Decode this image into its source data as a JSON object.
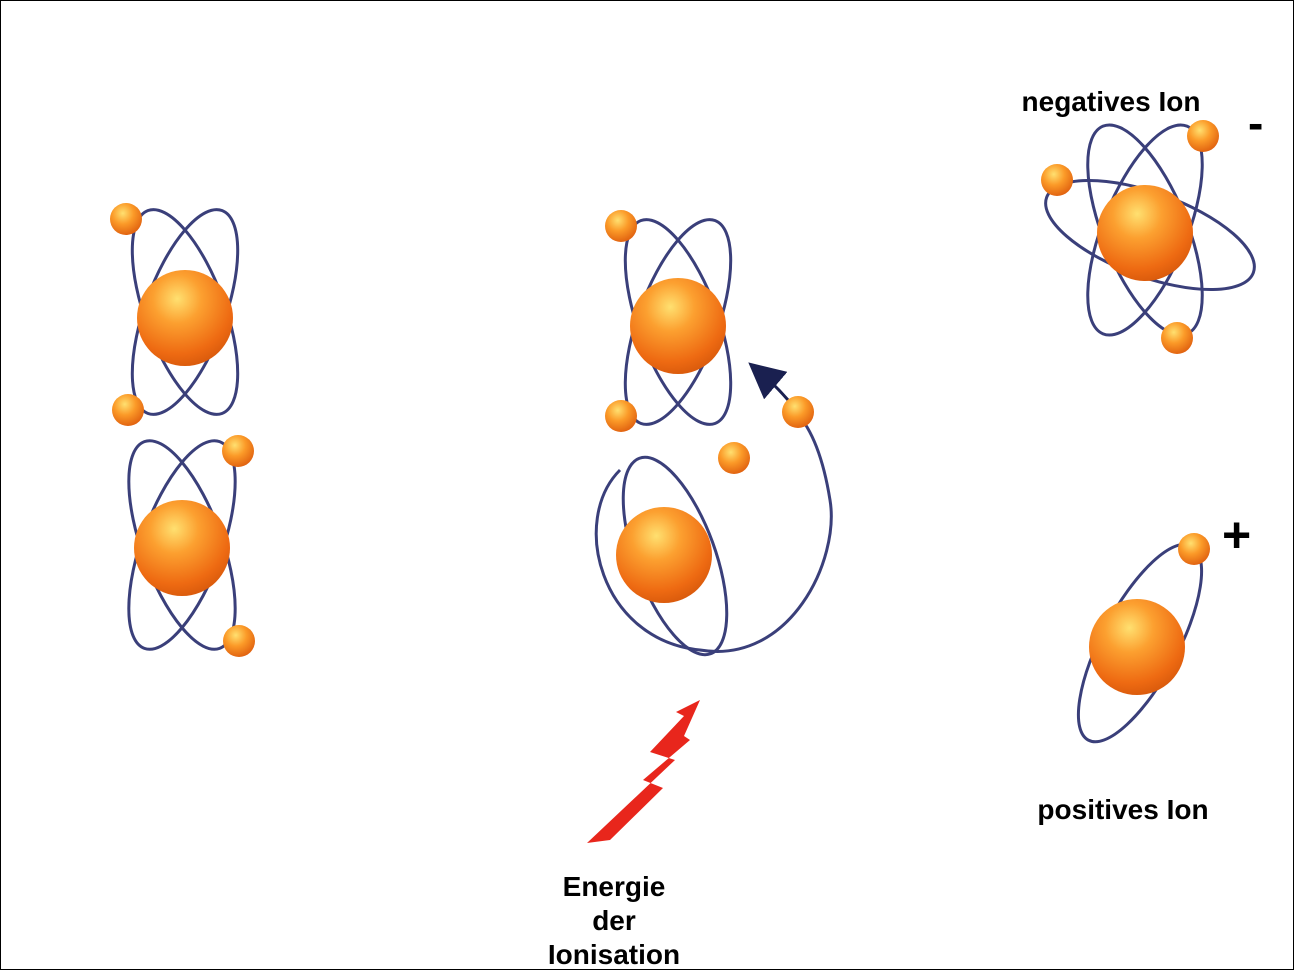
{
  "labels": {
    "negative_ion": "negatives Ion",
    "positive_ion": "positives Ion",
    "energy_line1": "Energie",
    "energy_line2": "der",
    "energy_line3": "Ionisation"
  },
  "signs": {
    "minus": "-",
    "plus": "+"
  },
  "colors": {
    "nucleus": "#f07818",
    "orbit": "#3a3f7a",
    "lightning": "#e8261c",
    "arrow": "#1a2050"
  }
}
